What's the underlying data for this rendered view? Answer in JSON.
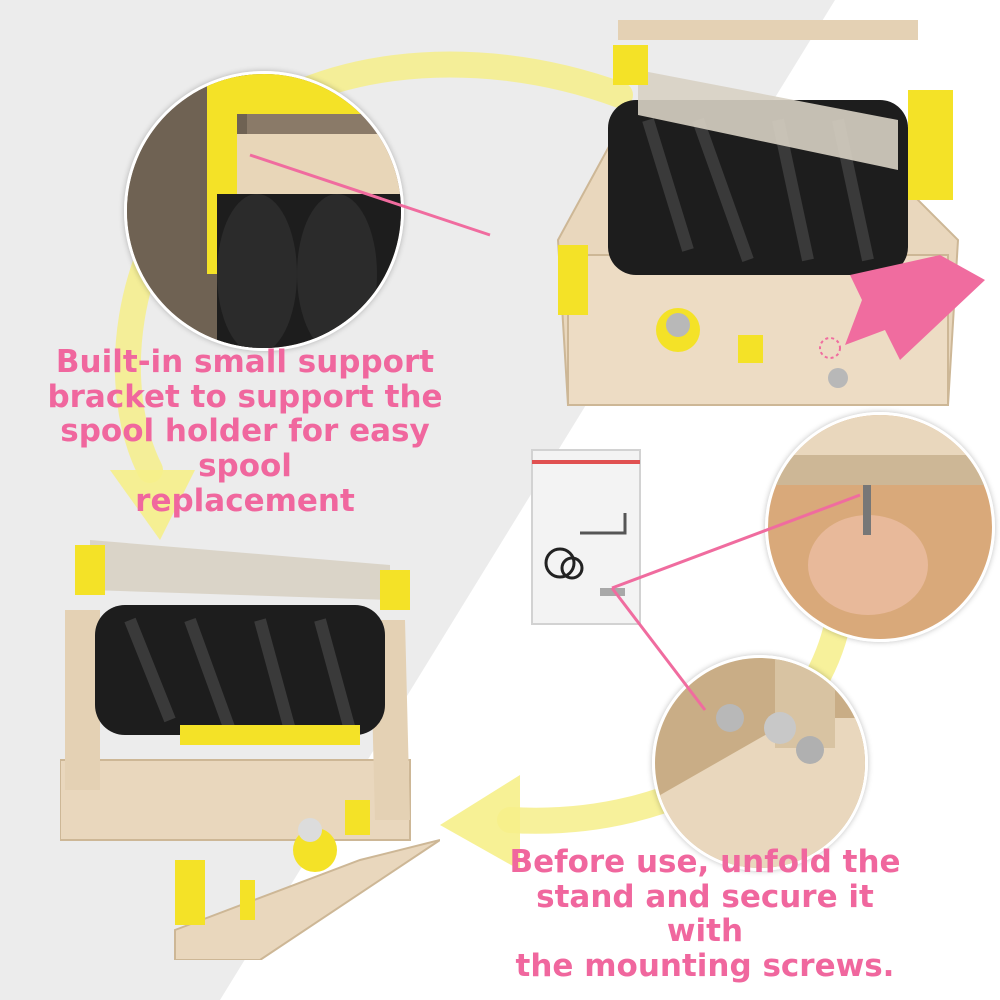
{
  "captions": {
    "top": [
      "Built-in small support",
      "bracket to support the",
      "spool holder for easy spool",
      "replacement"
    ],
    "bottom": [
      "Before use, unfold the",
      "stand and secure it with",
      "the mounting screws."
    ]
  },
  "colors": {
    "caption_text": "#f0679e",
    "pointer_line": "#f06c9f",
    "arrow_yellow": "#f6ef8a",
    "frame_yellow": "#f4e227",
    "wood": "#e9d7bd",
    "spool_black": "#1d1d1d",
    "left_panel_gray": "#ececec"
  },
  "icons": {
    "flow_arrow": "curved-arrow-icon",
    "pointer": "pointer-arrow-icon"
  }
}
